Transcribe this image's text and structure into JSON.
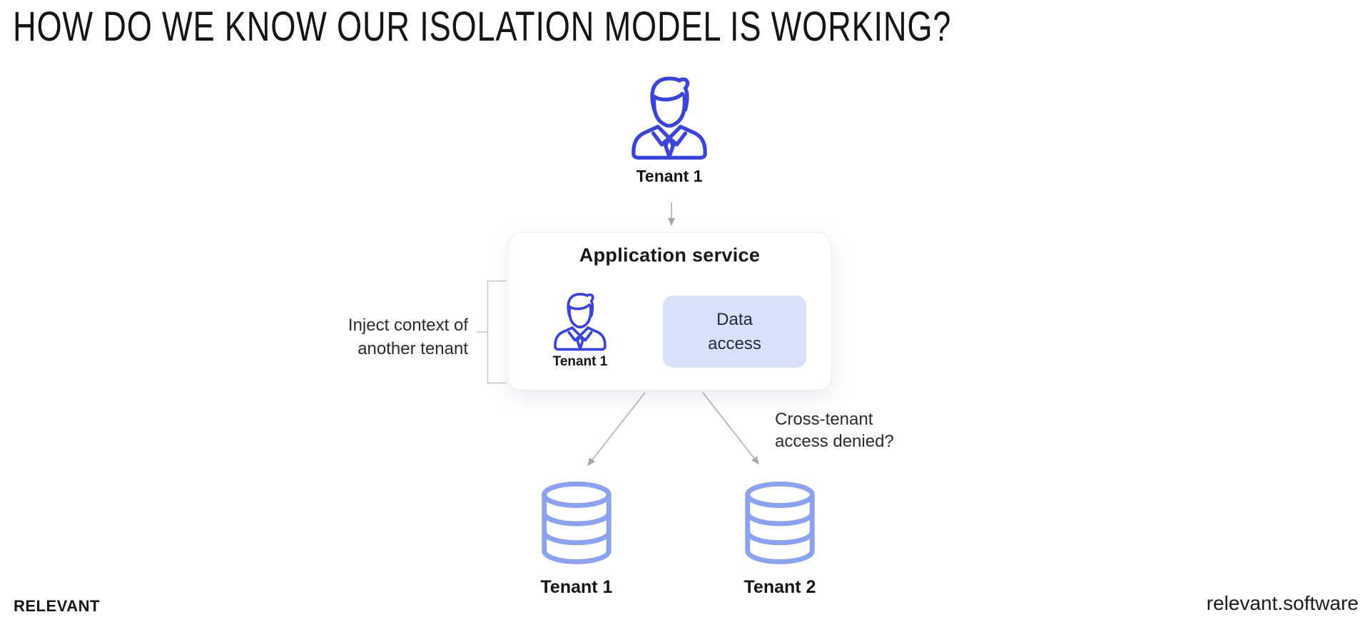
{
  "title": "HOW DO WE KNOW OUR ISOLATION MODEL IS WORKING?",
  "colors": {
    "person-blue": "#3a45d7",
    "db-blue": "#8ba3ee",
    "data-access-bg": "#d8e1f9",
    "data-access-text": "#232a3e",
    "connector": "#b0b0b0",
    "bracket": "#c7c7c7",
    "ink": "#1b1b1d"
  },
  "diagram": {
    "top_actor": {
      "label": "Tenant 1",
      "icon": "businessman-icon"
    },
    "app_service": {
      "title": "Application service",
      "inner_actor": {
        "label": "Tenant 1",
        "icon": "businessman-icon"
      },
      "data_access": {
        "label": "Data\naccess"
      }
    },
    "annotations": {
      "inject": "Inject context of\nanother tenant",
      "cross_tenant": "Cross-tenant\naccess denied?"
    },
    "databases": [
      {
        "label": "Tenant 1",
        "icon": "database-icon"
      },
      {
        "label": "Tenant 2",
        "icon": "database-icon"
      }
    ]
  },
  "footer": {
    "brand": "RELEVANT",
    "website": "relevant.software"
  }
}
